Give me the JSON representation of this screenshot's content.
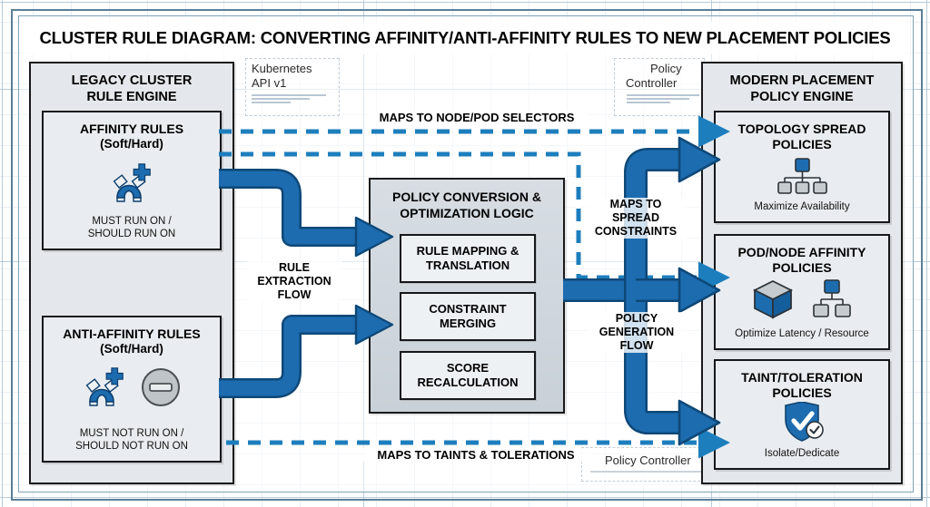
{
  "diagram": {
    "title": "CLUSTER RULE DIAGRAM: CONVERTING AFFINITY/ANTI-AFFINITY RULES TO NEW PLACEMENT POLICIES",
    "accent_blue": "#1d6cb0",
    "accent_blue_dark": "#0f4d85",
    "panel_fill": "#e4e8ec",
    "card_fill": "#e9edf1",
    "outline": "#15171a"
  },
  "left_panel": {
    "title_line1": "LEGACY CLUSTER",
    "title_line2": "RULE ENGINE",
    "cards": [
      {
        "title": "AFFINITY RULES",
        "subtitle": "(Soft/Hard)",
        "icons": [
          "magnet-plus-icon"
        ],
        "footer_line1": "MUST RUN ON /",
        "footer_line2": "SHOULD RUN ON"
      },
      {
        "title": "ANTI-AFFINITY RULES",
        "subtitle": "(Soft/Hard)",
        "icons": [
          "magnet-plus-icon",
          "minus-circle-icon"
        ],
        "footer_line1": "MUST NOT RUN ON /",
        "footer_line2": "SHOULD NOT RUN ON"
      }
    ]
  },
  "center_panel": {
    "title_line1": "POLICY CONVERSION &",
    "title_line2": "OPTIMIZATION LOGIC",
    "steps": [
      {
        "line1": "RULE MAPPING &",
        "line2": "TRANSLATION"
      },
      {
        "line1": "CONSTRAINT",
        "line2": "MERGING"
      },
      {
        "line1": "SCORE",
        "line2": "RECALCULATION"
      }
    ]
  },
  "right_panel": {
    "title_line1": "MODERN PLACEMENT",
    "title_line2": "POLICY ENGINE",
    "cards": [
      {
        "title_line1": "TOPOLOGY SPREAD",
        "title_line2": "POLICIES",
        "icons": [
          "topology-tree-icon"
        ],
        "footer": "Maximize Availability"
      },
      {
        "title_line1": "POD/NODE AFFINITY",
        "title_line2": "POLICIES",
        "icons": [
          "cube-icon",
          "node-tree-icon"
        ],
        "footer": "Optimize Latency / Resource"
      },
      {
        "title_line1": "TAINT/TOLERATION",
        "title_line2": "POLICIES",
        "icons": [
          "shield-check-icon"
        ],
        "footer": "Isolate/Dedicate"
      }
    ]
  },
  "connectors": {
    "maps_to_node_pod_selectors": "MAPS TO NODE/POD SELECTORS",
    "maps_to_spread_constraints_l1": "MAPS TO",
    "maps_to_spread_constraints_l2": "SPREAD",
    "maps_to_spread_constraints_l3": "CONSTRAINTS",
    "maps_to_taints_tolerations": "MAPS TO TAINTS & TOLERATIONS",
    "rule_extraction_l1": "RULE",
    "rule_extraction_l2": "EXTRACTION",
    "rule_extraction_l3": "FLOW",
    "policy_generation_l1": "POLICY",
    "policy_generation_l2": "GENERATION",
    "policy_generation_l3": "FLOW"
  },
  "notes": {
    "kubernetes_api_l1": "Kubernetes",
    "kubernetes_api_l2": "API v1",
    "policy_controller_top_l1": "Policy",
    "policy_controller_top_l2": "Controller",
    "policy_controller_bottom": "Policy Controller"
  }
}
